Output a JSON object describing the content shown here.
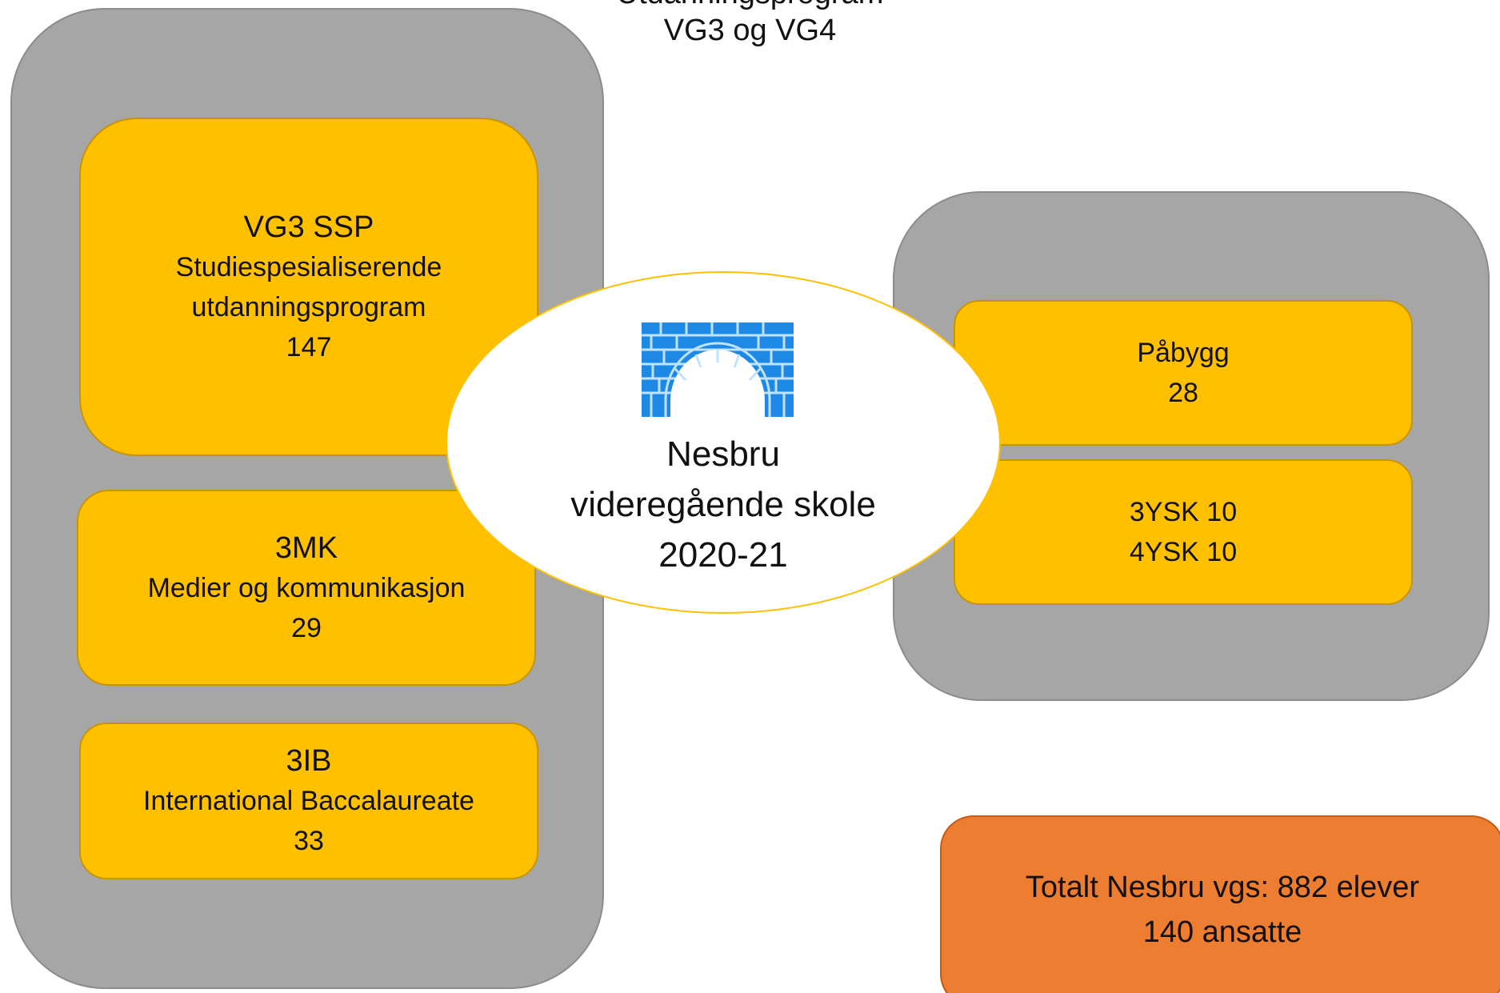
{
  "header": {
    "cut_line": "Utdanningsprogram",
    "title": "VG3 og VG4"
  },
  "left_panel": {
    "ssp": {
      "code": "VG3 SSP",
      "name_line1": "Studiespesialiserende",
      "name_line2": "utdanningsprogram",
      "count": "147"
    },
    "mk": {
      "code": "3MK",
      "name": "Medier og kommunikasjon",
      "count": "29"
    },
    "ib": {
      "code": "3IB",
      "name": "International Baccalaureate",
      "count": "33"
    }
  },
  "center": {
    "logo": "bridge-icon",
    "line1": "Nesbru",
    "line2": "videregående skole",
    "line3": "2020-21"
  },
  "right_panel": {
    "pabygg": {
      "label": "Påbygg",
      "count": "28"
    },
    "ysk": {
      "line1": "3YSK 10",
      "line2": "4YSK 10"
    }
  },
  "summary": {
    "line1": "Totalt Nesbru vgs: 882 elever",
    "line2": "140 ansatte"
  },
  "colors": {
    "panel": "#a6a6a6",
    "program_box": "#ffc000",
    "total_box": "#ed7d31",
    "logo_blue": "#1e88e5"
  }
}
